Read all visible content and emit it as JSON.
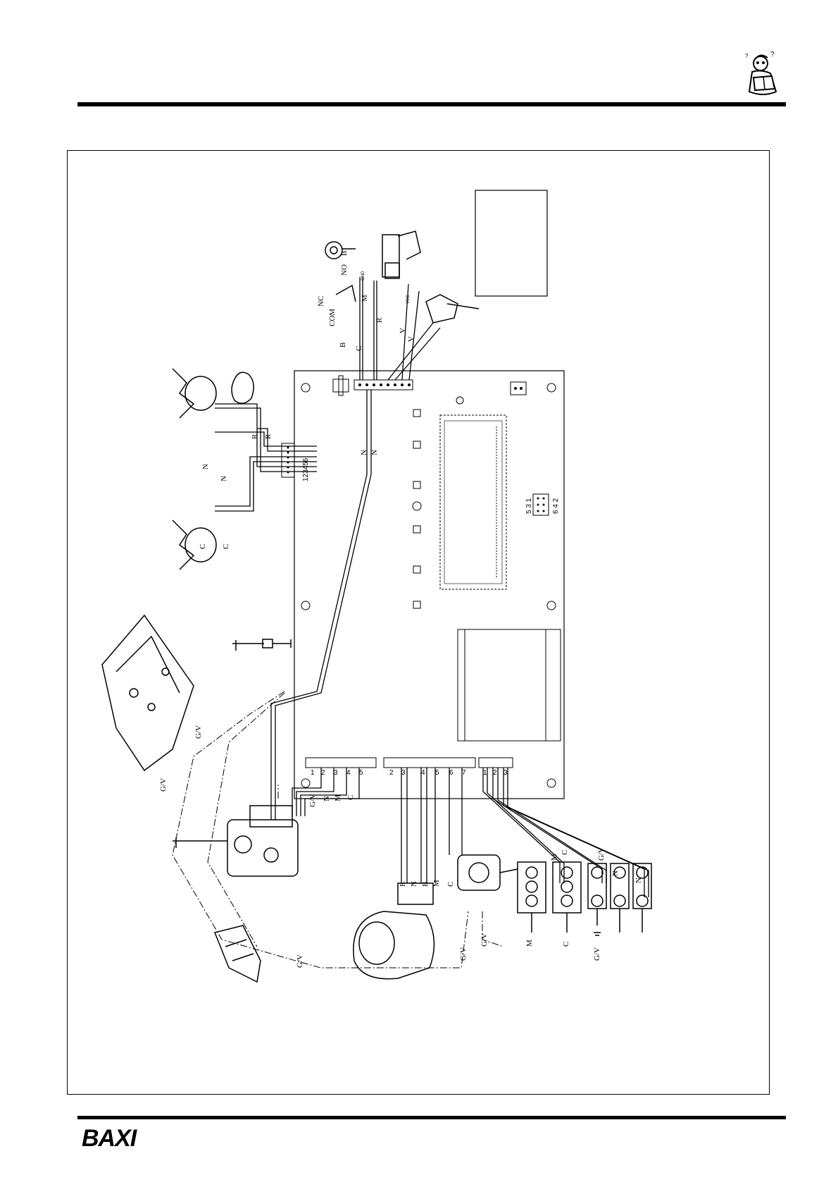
{
  "brand": {
    "logo_text": "BAXI"
  },
  "diagram": {
    "pressure_switch_labels": [
      "B",
      "NO",
      "NC",
      "COM",
      "B",
      "C",
      "M",
      "R",
      "V",
      "V",
      "GND",
      "VCC"
    ],
    "connector_left_top": {
      "pins": "123456",
      "wires": [
        "N",
        "N",
        "C",
        "C",
        "R",
        "R"
      ]
    },
    "panel_wire_labels": [
      "N",
      "N"
    ],
    "cn2_pins": [
      "1",
      "2",
      "3",
      "4",
      "5"
    ],
    "cn2_wires": [
      "G/V",
      "N",
      "M",
      "C"
    ],
    "cn1_pins": [
      "2",
      "3",
      "4",
      "5",
      "6",
      "7"
    ],
    "cn1_wires": [
      "R",
      "N",
      "B",
      "M",
      "C"
    ],
    "cn5_pins": [
      "1",
      "2",
      "3"
    ],
    "cn5_wires": [
      "M",
      "C",
      "G/V",
      "N",
      "N"
    ],
    "cn_small_pins_top": "5 3 1",
    "cn_small_pins_bottom": "6 4 2",
    "terminal_labels": [
      "M",
      "C",
      "G/V"
    ],
    "earth_labels": [
      "G/V",
      "G/V",
      "G/V",
      "G/V",
      "G/V"
    ]
  }
}
